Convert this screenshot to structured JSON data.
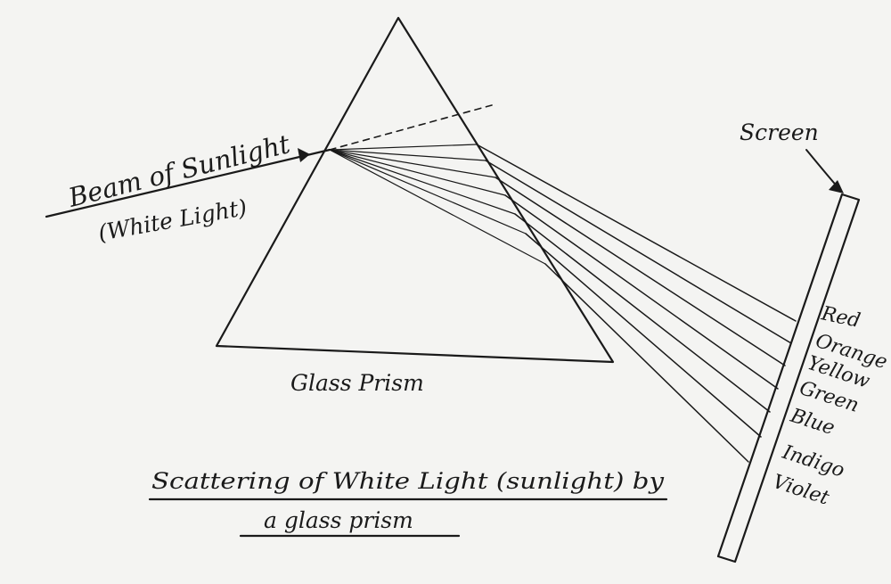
{
  "labels": {
    "beam_line1": "Beam of Sunlight",
    "beam_line2": "(White Light)",
    "prism": "Glass Prism",
    "screen": "Screen",
    "caption_line1": "Scattering of White Light (sunlight) by",
    "caption_line2": "a glass prism"
  },
  "spectrum": [
    "Red",
    "Orange",
    "Yellow",
    "Green",
    "Blue",
    "Indigo",
    "Violet"
  ],
  "colors": {
    "ink": "#1a1a1a",
    "paper": "#f4f4f2"
  }
}
